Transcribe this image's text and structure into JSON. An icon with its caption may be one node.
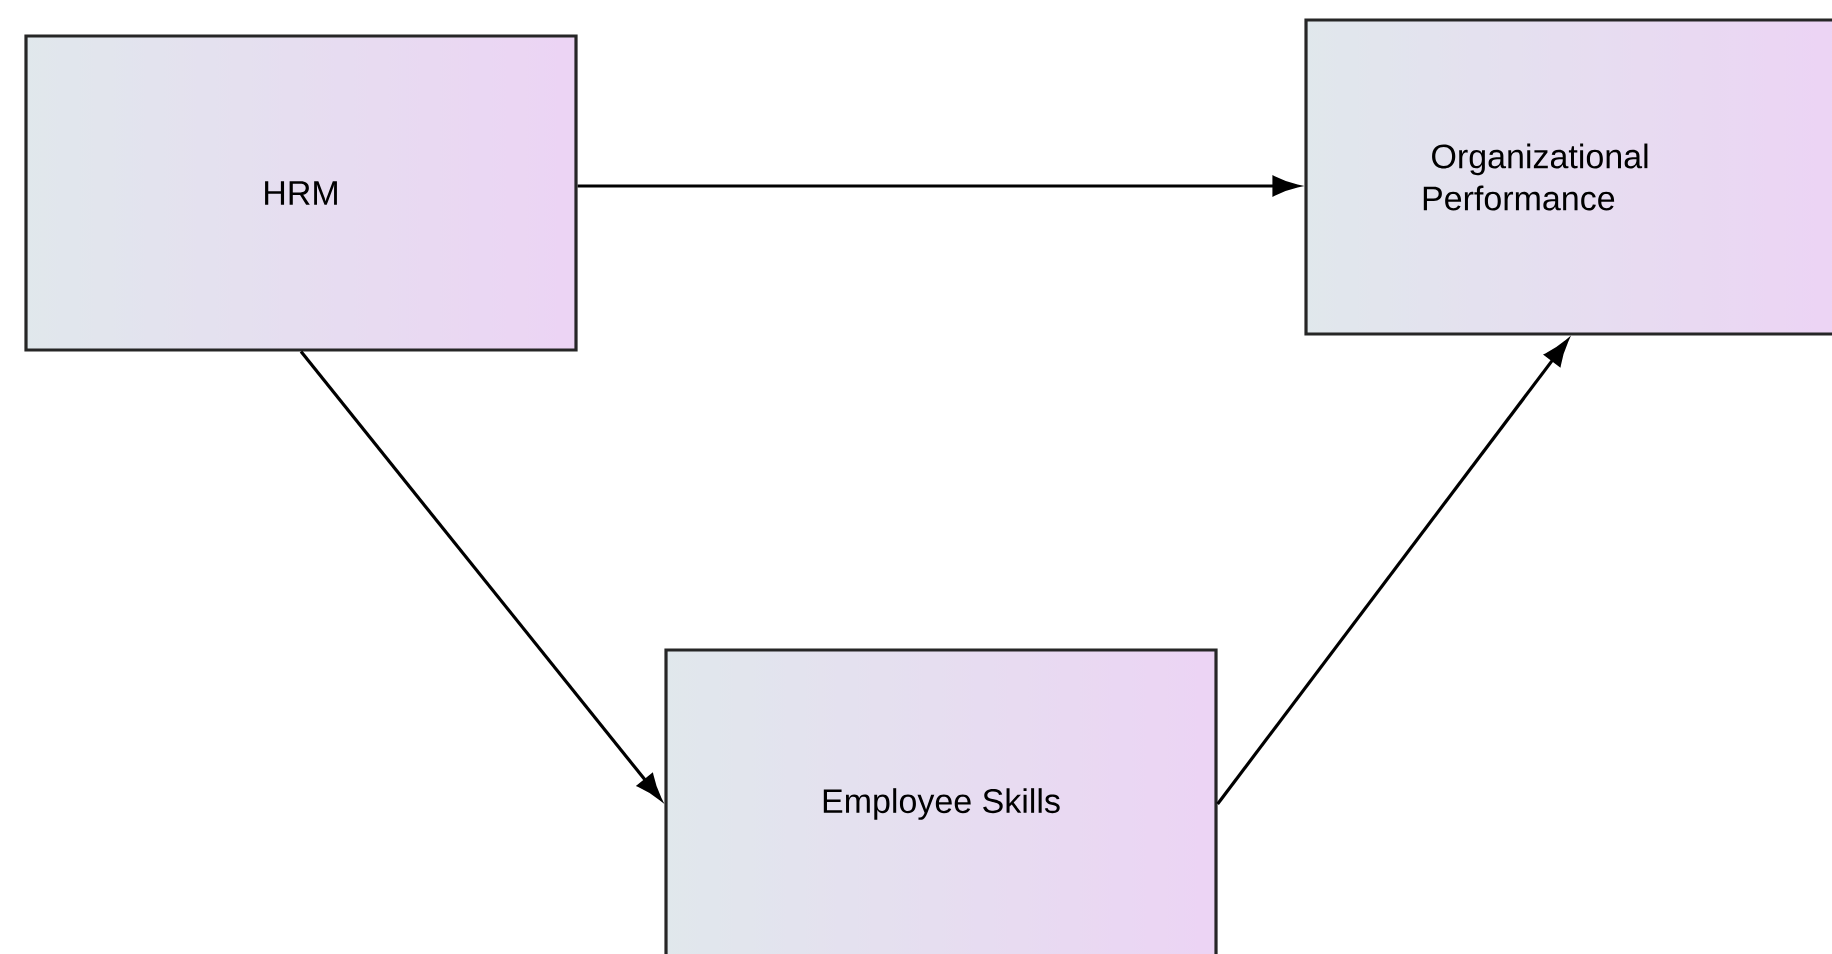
{
  "diagram": {
    "nodes": [
      {
        "text": [
          "HRM"
        ]
      },
      {
        "text": [
          "Organizational Performance"
        ]
      },
      {
        "text": [
          "Employee Skills"
        ]
      }
    ],
    "edges": [
      {
        "from": 0,
        "to": 1,
        "arrow": "to"
      },
      {
        "from": 0,
        "to": 2,
        "arrow": "to"
      },
      {
        "from": 2,
        "to": 1,
        "arrow": "to"
      }
    ]
  }
}
